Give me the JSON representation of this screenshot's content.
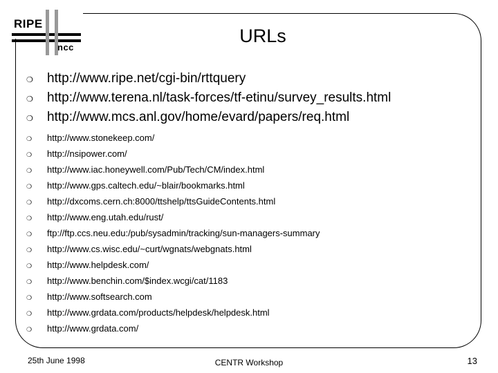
{
  "slide": {
    "title": "URLs",
    "logo": {
      "primary_text": "RIPE",
      "secondary_text": "ncc",
      "bar_color_horizontal": "#000000",
      "bar_color_vertical": "#999999"
    },
    "bullet_glyph": "❍",
    "items": [
      {
        "level": 1,
        "text": "http://www.ripe.net/cgi-bin/rttquery"
      },
      {
        "level": 1,
        "text": "http://www.terena.nl/task-forces/tf-etinu/survey_results.html"
      },
      {
        "level": 1,
        "text": "http://www.mcs.anl.gov/home/evard/papers/req.html"
      },
      {
        "level": 2,
        "text": "http://www.stonekeep.com/"
      },
      {
        "level": 2,
        "text": "http://nsipower.com/"
      },
      {
        "level": 2,
        "text": "http://www.iac.honeywell.com/Pub/Tech/CM/index.html"
      },
      {
        "level": 2,
        "text": "http://www.gps.caltech.edu/~blair/bookmarks.html"
      },
      {
        "level": 2,
        "text": "http://dxcoms.cern.ch:8000/ttshelp/ttsGuideContents.html"
      },
      {
        "level": 2,
        "text": "http://www.eng.utah.edu/rust/"
      },
      {
        "level": 2,
        "text": "ftp://ftp.ccs.neu.edu:/pub/sysadmin/tracking/sun-managers-summary"
      },
      {
        "level": 2,
        "text": "http://www.cs.wisc.edu/~curt/wgnats/webgnats.html"
      },
      {
        "level": 2,
        "text": "http://www.helpdesk.com/"
      },
      {
        "level": 2,
        "text": "http://www.benchin.com/$index.wcgi/cat/1183"
      },
      {
        "level": 2,
        "text": "http://www.softsearch.com"
      },
      {
        "level": 2,
        "text": "http://www.grdata.com/products/helpdesk/helpdesk.html"
      },
      {
        "level": 2,
        "text": "http://www.grdata.com/"
      }
    ],
    "footer": {
      "date": "25th June 1998",
      "event": "CENTR Workshop",
      "page_number": "13"
    }
  }
}
